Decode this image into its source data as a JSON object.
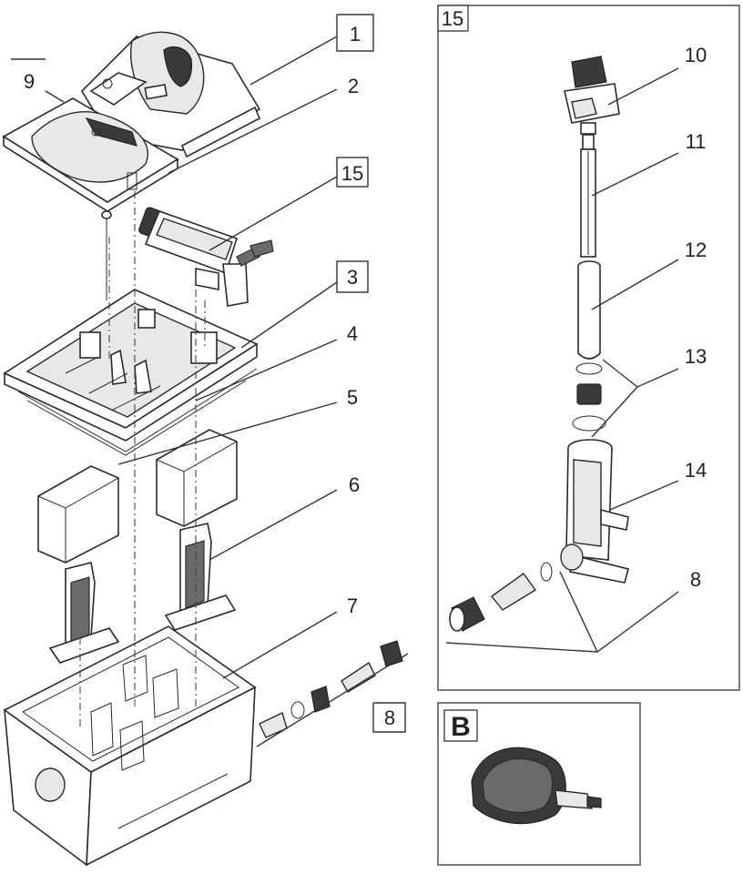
{
  "diagram": {
    "callouts": {
      "c1": "1",
      "c2": "2",
      "c3": "3",
      "c4": "4",
      "c5": "5",
      "c6": "6",
      "c7": "7",
      "c8_main": "8",
      "c9": "9",
      "c15_main": "15",
      "c10": "10",
      "c11": "11",
      "c12": "12",
      "c13": "13",
      "c14": "14",
      "c8_detail": "8"
    },
    "detail_panel": {
      "label": "15"
    },
    "pump_panel": {
      "label": "B"
    }
  }
}
